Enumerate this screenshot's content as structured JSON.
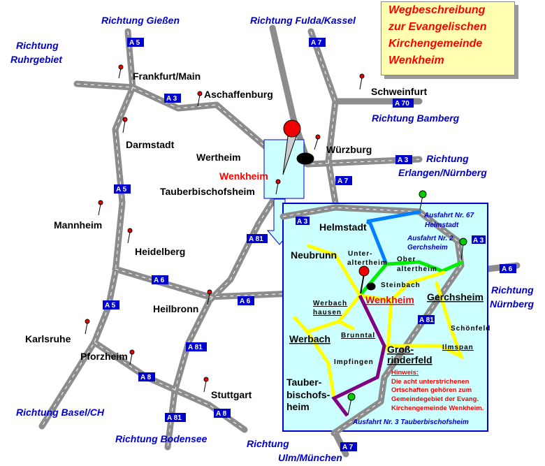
{
  "title_lines": [
    "Wegbeschreibung",
    "zur Evangelischen",
    "Kirchengemeinde",
    "Wenkheim"
  ],
  "directions": {
    "giessen": "Richtung Gießen",
    "ruhr1": "Richtung",
    "ruhr2": "Ruhrgebiet",
    "fulda": "Richtung Fulda/Kassel",
    "bamberg": "Richtung Bamberg",
    "erl1": "Richtung",
    "erl2": "Erlangen/Nürnberg",
    "nbg1": "Richtung",
    "nbg2": "Nürnberg",
    "basel": "Richtung Basel/CH",
    "bodensee": "Richtung Bodensee",
    "ulm1": "Richtung",
    "ulm2": "Ulm/München"
  },
  "cities": {
    "frankfurt": "Frankfurt/Main",
    "aschaffenburg": "Aschaffenburg",
    "schweinfurt": "Schweinfurt",
    "darmstadt": "Darmstadt",
    "wertheim": "Wertheim",
    "wuerzburg": "Würzburg",
    "wenkheim": "Wenkheim",
    "tbb": "Tauberbischofsheim",
    "mannheim": "Mannheim",
    "heidelberg": "Heidelberg",
    "heilbronn": "Heilbronn",
    "karlsruhe": "Karlsruhe",
    "pforzheim": "Pforzheim",
    "stuttgart": "Stuttgart"
  },
  "highways": {
    "a5": "A 5",
    "a3": "A 3",
    "a7": "A 7",
    "a70": "A 70",
    "a6": "A 6",
    "a81": "A 81",
    "a8": "A 8"
  },
  "inset": {
    "helmstadt": "Helmstadt",
    "neubrunn": "Neubrunn",
    "unter1": "Unter-",
    "unter2": "altertheim",
    "ober1": "Ober",
    "ober2": "altertheim",
    "steinbach": "Steinbach",
    "wenkheim": "Wenkheim",
    "gerchsheim": "Gerchsheim",
    "werbach1": "Werbach",
    "werbach2": "hausen",
    "brunntal": "Brunntal",
    "werbach": "Werbach",
    "schoenfeld": "Schönfeld",
    "ilmspan": "Ilmspan",
    "gross1": "Groß-",
    "gross2": "rinderfeld",
    "impfingen": "Impfingen",
    "tbb1": "Tauber-",
    "tbb2": "bischofs-",
    "tbb3": "heim",
    "exit67a": "Ausfahrt Nr. 67",
    "exit67b": "Helmstadt",
    "exit2a": "Ausfahrt Nr. 2",
    "exit2b": "Gerchsheim",
    "exit3": "Ausfahrt Nr. 3 Tauberbischofsheim",
    "hint": [
      "Hinweis:",
      "Die acht unterstrichenen",
      "Ortschaften gehören zum",
      "Gemeindegebiet der Evang.",
      "Kirchengemeinde Wenkheim."
    ]
  },
  "colors": {
    "inset_bg": "#ccffff",
    "route_blue": "#0080ff",
    "route_green": "#00ee00",
    "route_yellow": "#ffff00",
    "route_purple": "#800080"
  }
}
